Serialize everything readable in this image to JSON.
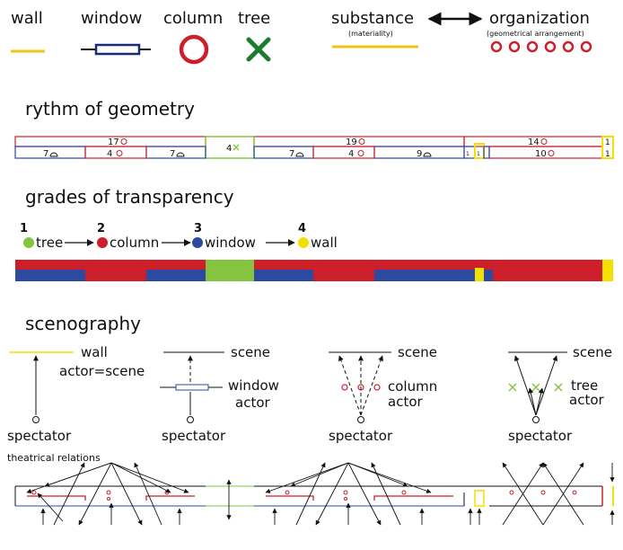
{
  "legend": {
    "wall": "wall",
    "window": "window",
    "column": "column",
    "tree": "tree",
    "substance": "substance",
    "substance_sub": "(materiality)",
    "organization": "organization",
    "organization_sub": "(geometrical arrangement)"
  },
  "colors": {
    "wall": "#f2c31b",
    "wall_bright": "#f4f000",
    "window": "#1a2a78",
    "column": "#cc1f2a",
    "tree": "#1e7a2e",
    "tree_light": "#86c440",
    "blue_fill": "#2b4aa0"
  },
  "rhythm": {
    "title": "rythm of geometry",
    "top_labels": [
      "17",
      "4",
      "19",
      "14",
      "1"
    ],
    "bottom_labels": [
      "7",
      "4",
      "7",
      "7",
      "4",
      "9",
      "1",
      "1",
      "10",
      "1"
    ]
  },
  "transparency": {
    "title": "grades of transparency",
    "steps": [
      {
        "num": "1",
        "label": "tree"
      },
      {
        "num": "2",
        "label": "column"
      },
      {
        "num": "3",
        "label": "window"
      },
      {
        "num": "4",
        "label": "wall"
      }
    ]
  },
  "scenography": {
    "title": "scenography",
    "panels": [
      {
        "scene": "wall",
        "actor": "actor=scene",
        "spectator": "spectator"
      },
      {
        "scene": "scene",
        "actor": "window",
        "actor2": "actor",
        "spectator": "spectator"
      },
      {
        "scene": "scene",
        "actor": "column",
        "actor2": "actor",
        "spectator": "spectator"
      },
      {
        "scene": "scene",
        "actor": "tree",
        "actor2": "actor",
        "spectator": "spectator"
      }
    ],
    "relations": "theatrical relations"
  }
}
